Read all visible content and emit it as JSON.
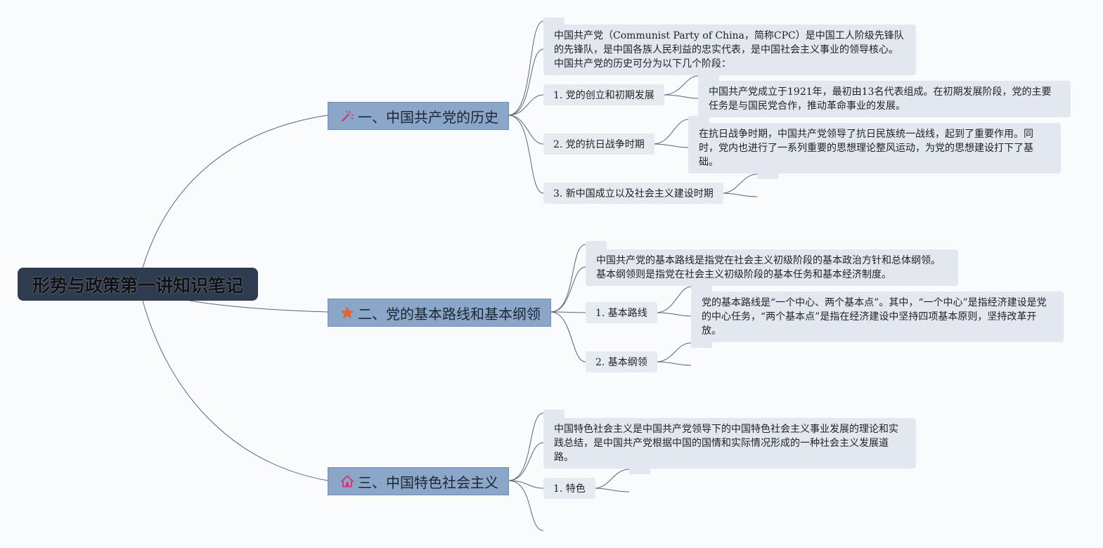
{
  "root": {
    "title": "形势与政策第一讲知识笔记"
  },
  "branches": [
    {
      "title": "一、中国共产党的历史",
      "icon": "magic-wand-icon",
      "intro": "中国共产党（Communist Party of China，简称CPC）是中国工人阶级先锋队的先锋队，是中国各族人民利益的忠实代表，是中国社会主义事业的领导核心。中国共产党的历史可分为以下几个阶段：",
      "items": [
        {
          "label": "1. 党的创立和初期发展",
          "detail": "中国共产党成立于1921年，最初由13名代表组成。在初期发展阶段，党的主要任务是与国民党合作，推动革命事业的发展。"
        },
        {
          "label": "2. 党的抗日战争时期",
          "detail": "在抗日战争时期，中国共产党领导了抗日民族统一战线，起到了重要作用。同时，党内也进行了一系列重要的思想理论整风运动，为党的思想建设打下了基础。"
        },
        {
          "label": "3. 新中国成立以及社会主义建设时期",
          "detail": ""
        }
      ]
    },
    {
      "title": "二、党的基本路线和基本纲领",
      "icon": "star-icon",
      "intro": "中国共产党的基本路线是指党在社会主义初级阶段的基本政治方针和总体纲领。基本纲领则是指党在社会主义初级阶段的基本任务和基本经济制度。",
      "items": [
        {
          "label": "1. 基本路线",
          "detail": "党的基本路线是“一个中心、两个基本点”。其中，“一个中心”是指经济建设是党的中心任务，“两个基本点”是指在经济建设中坚持四项基本原则，坚持改革开放。"
        },
        {
          "label": "2. 基本纲领",
          "detail": ""
        }
      ]
    },
    {
      "title": "三、中国特色社会主义",
      "icon": "home-icon",
      "intro": "中国特色社会主义是中国共产党领导下的中国特色社会主义事业发展的理论和实践总结，是中国共产党根据中国的国情和实际情况形成的一种社会主义发展道路。",
      "items": [
        {
          "label": "1. 特色",
          "detail": ""
        }
      ]
    }
  ],
  "colors": {
    "root_bg": "#2f3c50",
    "branch_bg": "#8aa6c8",
    "node_bg": "#e3e8f0",
    "edge": "#5a6478",
    "icon_pink": "#d6336c",
    "icon_orange": "#e8622c"
  }
}
